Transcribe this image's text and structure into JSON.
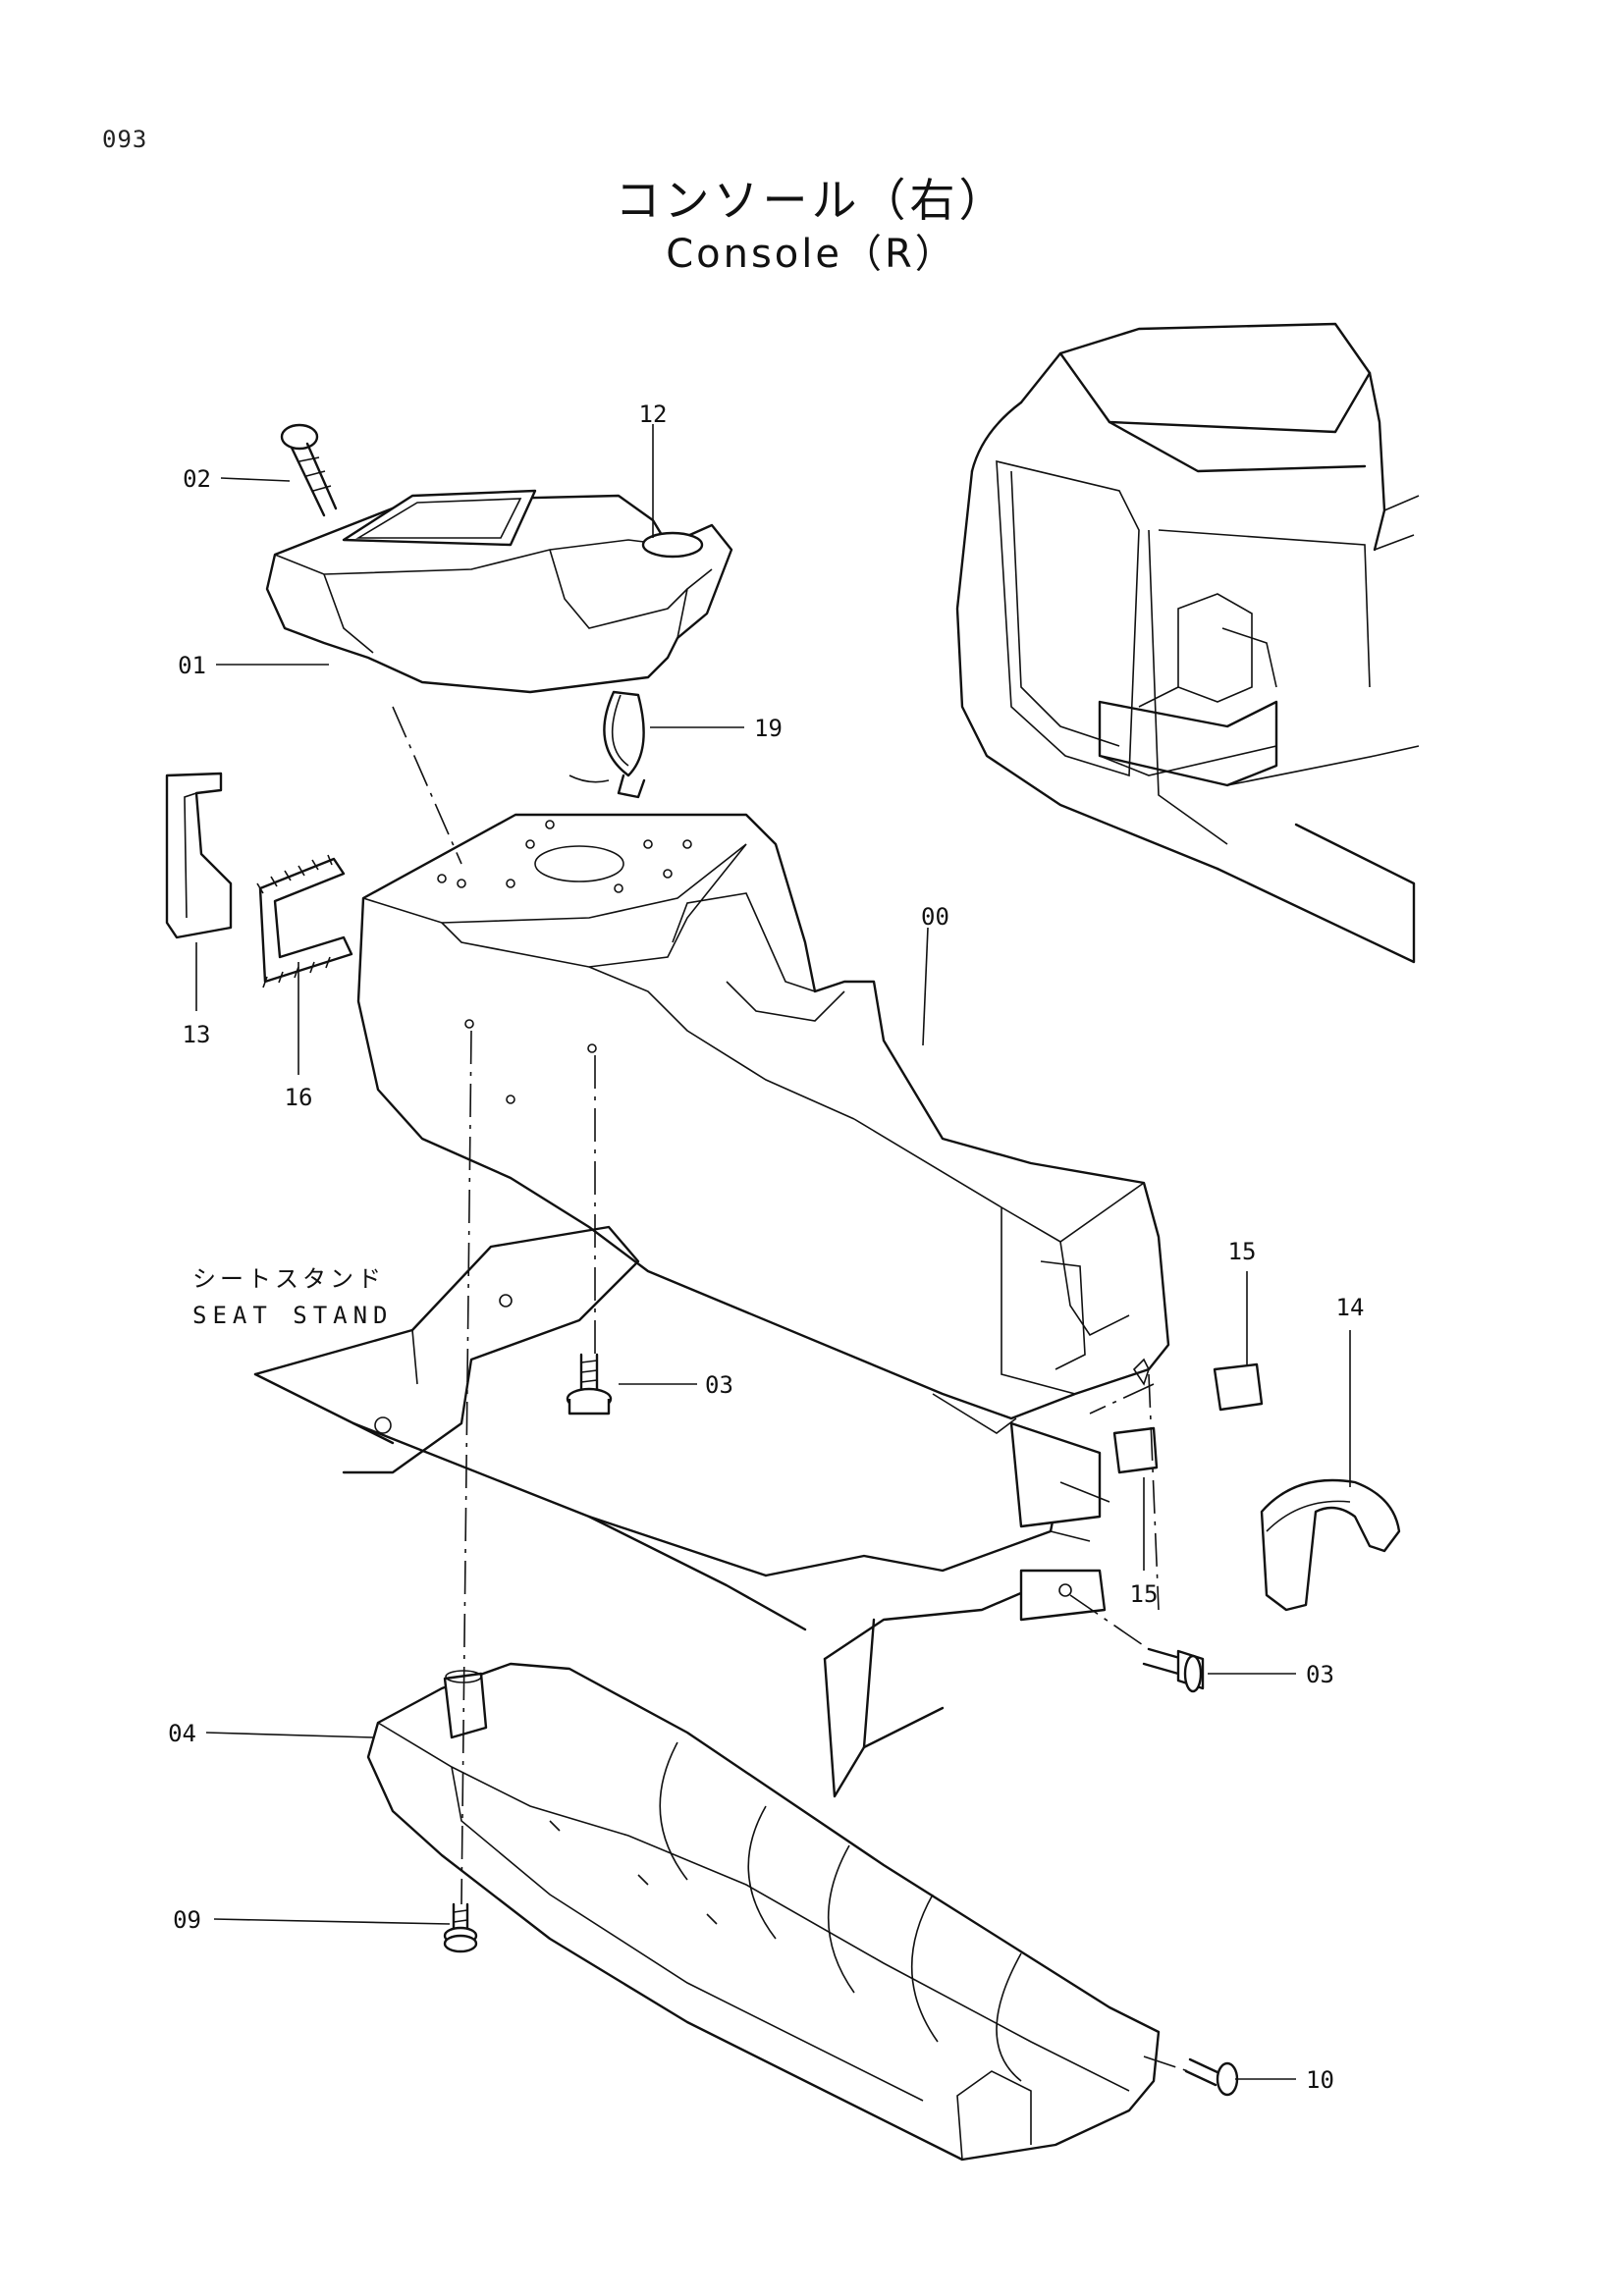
{
  "page_number": "093",
  "title_jp": "コンソール（右）",
  "title_en": "Console（R）",
  "annotation": {
    "line1": "シートスタンド",
    "line2": "SEAT STAND"
  },
  "callouts": {
    "c00": "00",
    "c01": "01",
    "c02": "02",
    "c03a": "03",
    "c03b": "03",
    "c04": "04",
    "c09": "09",
    "c10": "10",
    "c12": "12",
    "c13": "13",
    "c14": "14",
    "c15a": "15",
    "c15b": "15",
    "c16": "16",
    "c19": "19"
  }
}
